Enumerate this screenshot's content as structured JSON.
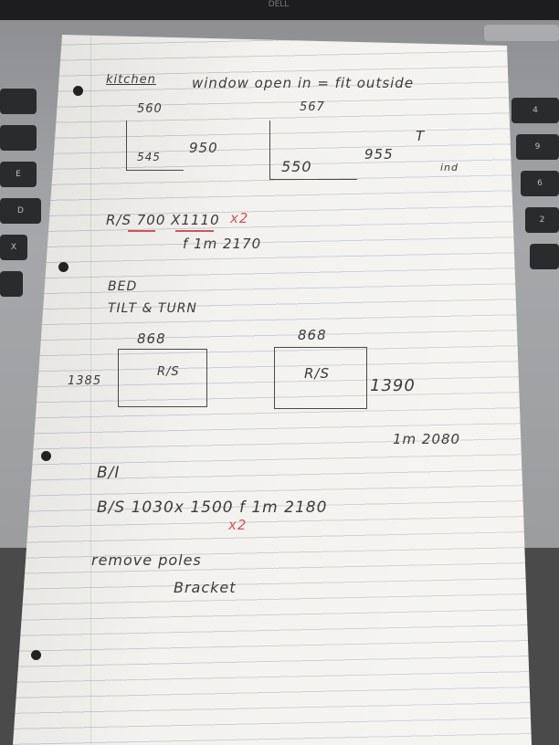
{
  "laptop": {
    "logo": "DELL",
    "keys": [
      "E",
      "D",
      "X",
      "4",
      "9",
      "6",
      "2"
    ]
  },
  "notes": {
    "heading_room": "kitchen",
    "heading": "window open in = fit outside",
    "kitchen_left": {
      "top": "560",
      "inner": "545",
      "side": "950"
    },
    "kitchen_right": {
      "top": "567",
      "inner": "550",
      "side": "955"
    },
    "t_label": "T",
    "ind_label": "ind",
    "kitchen_rs": "R/S 700 X1110",
    "kitchen_qty": "x2",
    "kitchen_f": "f 1m 2170",
    "bed_title": "BED",
    "bed_subtitle": "TILT & TURN",
    "bed_left": {
      "top": "868",
      "inner": "R/S",
      "side": "1385"
    },
    "bed_right": {
      "top": "868",
      "inner": "R/S",
      "side": "1390"
    },
    "bed_1m": "1m 2080",
    "bi_title": "B/I",
    "bi_rs": "B/S 1030x 1500 f 1m 2180",
    "bi_qty": "x2",
    "remove": "remove poles",
    "bracket": "Bracket"
  }
}
